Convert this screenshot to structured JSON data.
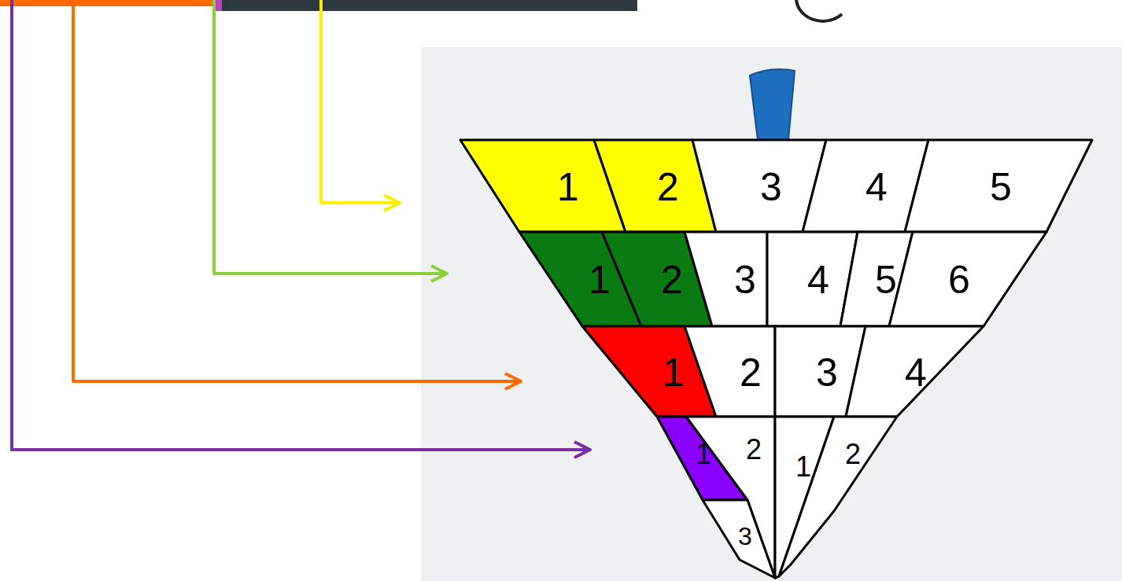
{
  "diagram": {
    "nodes": [
      {
        "text": [
          "1"
        ]
      },
      {
        "text": [
          "2"
        ]
      },
      {
        "text": [
          "3"
        ]
      },
      {
        "text": [
          "4"
        ]
      },
      {
        "text": [
          "5"
        ]
      },
      {
        "text": [
          "1"
        ]
      },
      {
        "text": [
          "2"
        ]
      },
      {
        "text": [
          "3"
        ]
      },
      {
        "text": [
          "4"
        ]
      },
      {
        "text": [
          "5"
        ]
      },
      {
        "text": [
          "6"
        ]
      },
      {
        "text": [
          "1"
        ]
      },
      {
        "text": [
          "2"
        ]
      },
      {
        "text": [
          "3"
        ]
      },
      {
        "text": [
          "4"
        ]
      },
      {
        "text": [
          "1"
        ]
      },
      {
        "text": [
          "2"
        ]
      },
      {
        "text": [
          "1"
        ]
      },
      {
        "text": [
          "2"
        ]
      },
      {
        "text": [
          "3"
        ]
      }
    ]
  }
}
